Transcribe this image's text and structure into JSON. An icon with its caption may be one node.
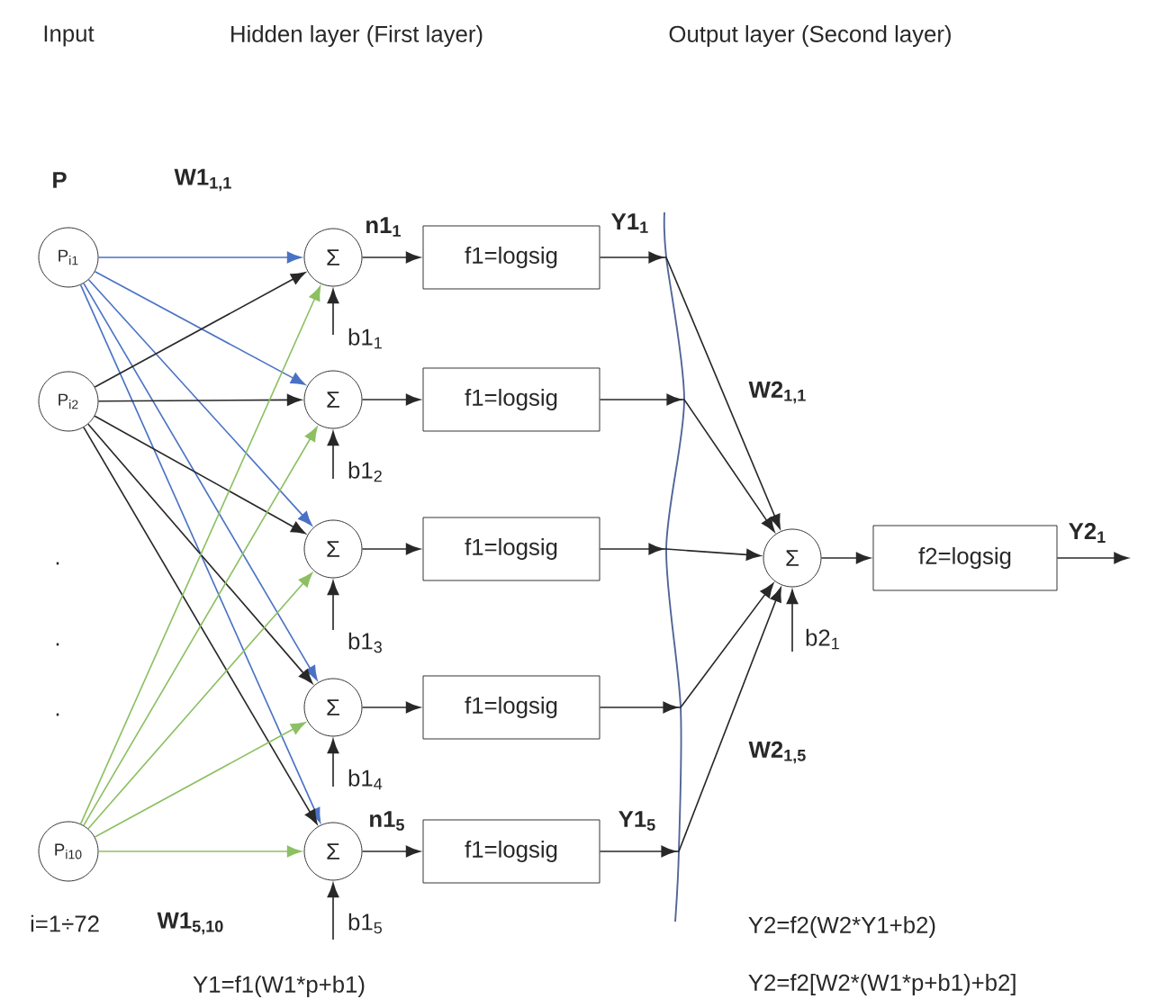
{
  "diagram": {
    "nodes": [
      {
        "text": [
          "P$_{i1}$"
        ]
      },
      {
        "text": [
          "P$_{i2}$"
        ]
      },
      {
        "text": [
          "P$_{i10}$"
        ]
      },
      {
        "text": [
          "Σ"
        ]
      },
      {
        "text": [
          "Σ"
        ]
      },
      {
        "text": [
          "Σ"
        ]
      },
      {
        "text": [
          "Σ"
        ]
      },
      {
        "text": [
          "Σ"
        ]
      },
      {
        "text": [
          "f1=logsig"
        ]
      },
      {
        "text": [
          "f1=logsig"
        ]
      },
      {
        "text": [
          "f1=logsig"
        ]
      },
      {
        "text": [
          "f1=logsig"
        ]
      },
      {
        "text": [
          "f1=logsig"
        ]
      },
      {
        "text": [
          "Σ"
        ]
      },
      {
        "text": [
          "f2=logsig"
        ]
      }
    ],
    "edges": [
      {
        "from": 0,
        "to": 3,
        "arrow": "to",
        "color": "#4a72c4"
      },
      {
        "from": 0,
        "to": 4,
        "arrow": "to",
        "color": "#4a72c4"
      },
      {
        "from": 0,
        "to": 5,
        "arrow": "to",
        "color": "#4a72c4"
      },
      {
        "from": 0,
        "to": 6,
        "arrow": "to",
        "color": "#4a72c4"
      },
      {
        "from": 0,
        "to": 7,
        "arrow": "to",
        "color": "#4a72c4"
      },
      {
        "from": 1,
        "to": 3,
        "arrow": "to"
      },
      {
        "from": 1,
        "to": 4,
        "arrow": "to"
      },
      {
        "from": 1,
        "to": 5,
        "arrow": "to"
      },
      {
        "from": 1,
        "to": 6,
        "arrow": "to"
      },
      {
        "from": 1,
        "to": 7,
        "arrow": "to"
      },
      {
        "from": 2,
        "to": 3,
        "arrow": "to",
        "color": "#8cc063"
      },
      {
        "from": 2,
        "to": 4,
        "arrow": "to",
        "color": "#8cc063"
      },
      {
        "from": 2,
        "to": 5,
        "arrow": "to",
        "color": "#8cc063"
      },
      {
        "from": 2,
        "to": 6,
        "arrow": "to",
        "color": "#8cc063"
      },
      {
        "from": 2,
        "to": 7,
        "arrow": "to",
        "color": "#8cc063"
      },
      {
        "from": 3,
        "to": 8,
        "arrow": "to",
        "label": "n1$_{1}$"
      },
      {
        "from": 4,
        "to": 9,
        "arrow": "to"
      },
      {
        "from": 5,
        "to": 10,
        "arrow": "to"
      },
      {
        "from": 6,
        "to": 11,
        "arrow": "to"
      },
      {
        "from": 7,
        "to": 12,
        "arrow": "to",
        "label": "n1$_{5}$"
      },
      {
        "from": 8,
        "to": 13,
        "arrow": "to",
        "label": "Y1$_{1}$"
      },
      {
        "from": 9,
        "to": 13,
        "arrow": "to"
      },
      {
        "from": 10,
        "to": 13,
        "arrow": "to"
      },
      {
        "from": 11,
        "to": 13,
        "arrow": "to"
      },
      {
        "from": 12,
        "to": 13,
        "arrow": "to",
        "label": "Y1$_{5}$"
      },
      {
        "from": null,
        "to": 3,
        "arrow": "to",
        "label": "b1$_{1}$"
      },
      {
        "from": null,
        "to": 4,
        "arrow": "to",
        "label": "b1$_{2}$"
      },
      {
        "from": null,
        "to": 5,
        "arrow": "to",
        "label": "b1$_{3}$"
      },
      {
        "from": null,
        "to": 6,
        "arrow": "to",
        "label": "b1$_{4}$"
      },
      {
        "from": null,
        "to": 7,
        "arrow": "to",
        "label": "b1$_{5}$"
      },
      {
        "from": null,
        "to": 13,
        "arrow": "to",
        "label": "b2$_{1}$"
      },
      {
        "from": 13,
        "to": 14,
        "arrow": "to"
      },
      {
        "from": 14,
        "to": null,
        "arrow": "to",
        "label": "Y2$_{1}$"
      }
    ],
    "labels": [
      "Input",
      "Hidden layer (First layer)",
      "Output layer (Second layer)",
      "P",
      "W1$_{1,1}$",
      "W2$_{1,1}$",
      ".",
      ".",
      ".",
      "W2$_{1,5}$",
      "i=1÷72",
      "W1$_{5,10}$",
      "Y2=f2(W2*Y1+b2)",
      "Y1=f1(W1*p+b1)",
      "Y2=f2[W2*(W1*p+b1)+b2]"
    ]
  }
}
